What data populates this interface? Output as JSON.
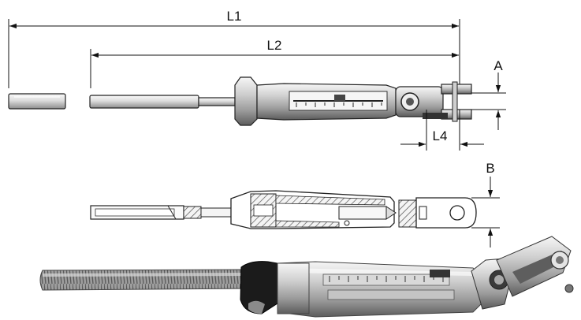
{
  "dimensions": {
    "l1": "L1",
    "l2": "L2",
    "l4": "L4",
    "a": "A",
    "b": "B"
  },
  "colors": {
    "line": "#111111",
    "metal_light": "#e9e9e9",
    "metal_mid": "#b9b9b9",
    "metal_dark": "#6f6f6f",
    "rubber": "#1b1b1b",
    "hatch": "#444444"
  }
}
